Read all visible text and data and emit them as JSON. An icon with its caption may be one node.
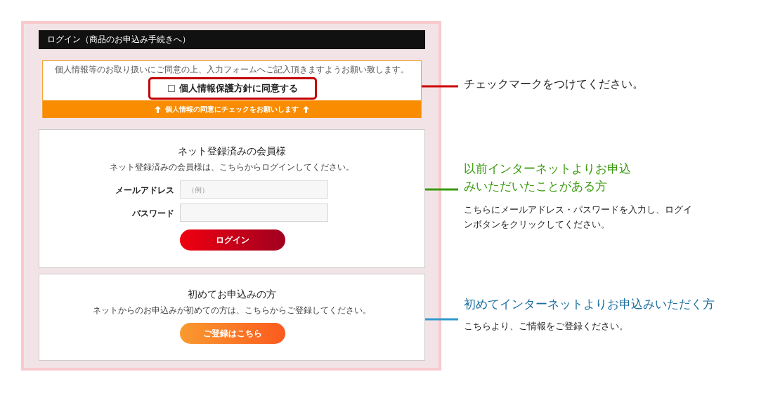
{
  "diagram": {
    "nodes": [
      {
        "text": [
          "ログイン（商品のお申込み手続きへ）"
        ]
      },
      {
        "text": [
          "個人情報等のお取り扱いにご同意の上、入力フォームへご記入頂きますようお願い致します。"
        ]
      },
      {
        "text": [
          "個人情報保護方針に同意する"
        ],
        "in": 1
      },
      {
        "text": [
          "個人情報の同意にチェックをお願いします"
        ],
        "in": 1
      },
      {
        "text": [
          "ネット登録済みの会員様",
          "ネット登録済みの会員様は、こちらからログインしてください。"
        ]
      },
      {
        "text": [
          "（例）"
        ],
        "in": 4,
        "beside": [
          "メールアドレス"
        ]
      },
      {
        "text": [],
        "shape": "box",
        "in": 4,
        "beside": [
          "パスワード"
        ]
      },
      {
        "text": [
          "ログイン"
        ],
        "in": 4
      },
      {
        "text": [
          "初めてお申込みの方",
          "ネットからのお申込みが初めての方は、こちらからご登録してください。"
        ]
      },
      {
        "text": [
          "ご登録はこちら"
        ],
        "in": 8
      },
      {
        "text": [
          "チェックマークをつけてください。"
        ]
      },
      {
        "text": [
          "以前インターネットよりお申込みいただいたことがある方",
          "こちらにメールアドレス・パスワードを入力し、ログインボタンをクリックしてください。"
        ]
      },
      {
        "text": [
          "初めてインターネットよりお申込みいただく方",
          "こちらより、ご情報をご登録ください。"
        ]
      }
    ],
    "edges": [
      {
        "from": 10,
        "to": 2,
        "arrow": "none",
        "color": "#cc0000"
      },
      {
        "from": 11,
        "to": 4,
        "arrow": "none",
        "color": "#3a9a0f"
      },
      {
        "from": 12,
        "to": 8,
        "arrow": "none",
        "color": "#3399cc"
      }
    ]
  }
}
